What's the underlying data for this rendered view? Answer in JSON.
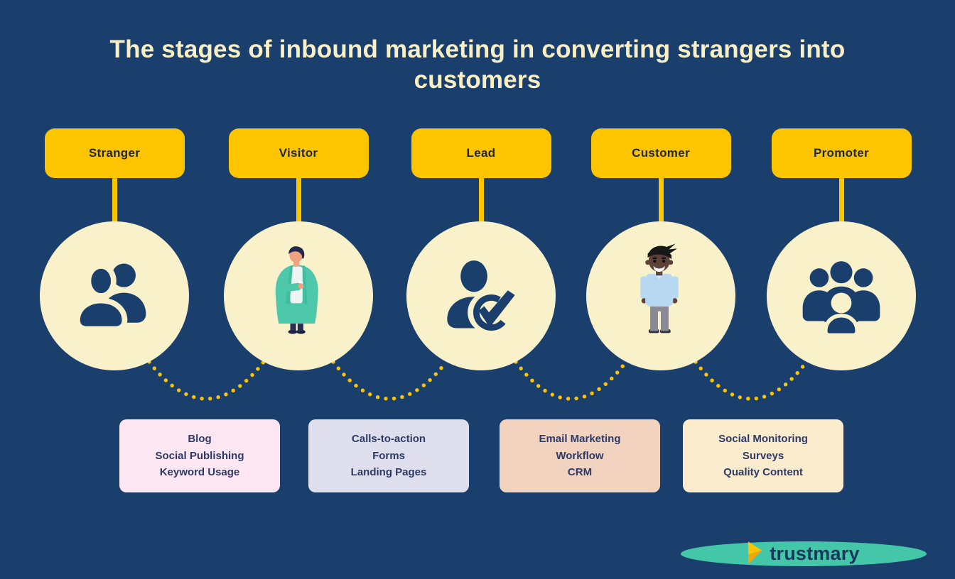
{
  "title": {
    "line1": "The stages of inbound marketing in converting strangers into",
    "line2": "customers"
  },
  "stages": [
    {
      "label": "Stranger",
      "icon": "two-users-icon"
    },
    {
      "label": "Visitor",
      "icon": "visitor-person-illustration"
    },
    {
      "label": "Lead",
      "icon": "user-checkmark-icon"
    },
    {
      "label": "Customer",
      "icon": "customer-person-illustration"
    },
    {
      "label": "Promoter",
      "icon": "user-group-icon"
    }
  ],
  "tool_boxes": [
    {
      "items": [
        "Blog",
        "Social Publishing",
        "Keyword Usage"
      ],
      "bg": "#fce6f1"
    },
    {
      "items": [
        "Calls-to-action",
        "Forms",
        "Landing Pages"
      ],
      "bg": "#dedeed"
    },
    {
      "items": [
        "Email Marketing",
        "Workflow",
        "CRM"
      ],
      "bg": "#f1d3bf"
    },
    {
      "items": [
        "Social Monitoring",
        "Surveys",
        "Quality Content"
      ],
      "bg": "#fbeccd"
    }
  ],
  "logo": {
    "text": "trustmary"
  },
  "colors": {
    "background": "#1a3f6d",
    "accent_yellow": "#fdc500",
    "circle_cream": "#f8f1ca",
    "title_text": "#f9efc5",
    "stage_label_text": "#20283a",
    "box_text": "#2d3a66",
    "icon_navy": "#1a3f6d",
    "logo_ellipse_teal": "#44c7a9",
    "logo_text_navy": "#17395e"
  }
}
